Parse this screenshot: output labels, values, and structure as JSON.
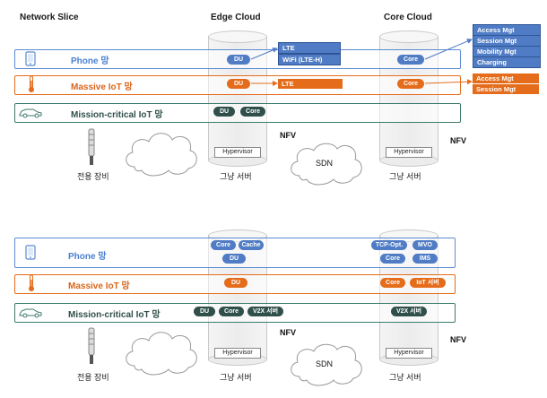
{
  "header": {
    "network_slice": "Network Slice",
    "edge_cloud": "Edge Cloud",
    "core_cloud": "Core Cloud"
  },
  "top": {
    "slices": {
      "phone": "Phone 망",
      "iot": "Massive IoT 망",
      "mc": "Mission-critical IoT 망"
    },
    "edge": {
      "phone_du": "DU",
      "iot_du": "DU",
      "mc_du": "DU",
      "mc_core": "Core",
      "hypervisor": "Hypervisor",
      "server": "그냥 서버"
    },
    "edge_ext": {
      "lte": "LTE",
      "wifi": "WiFi (LTE-H)",
      "iot_lte": "LTE"
    },
    "core": {
      "phone_core": "Core",
      "iot_core": "Core",
      "hypervisor": "Hypervisor",
      "server": "그냥 서버"
    },
    "core_ext_phone": [
      "Access Mgt",
      "Session Mgt",
      "Mobility Mgt",
      "Charging"
    ],
    "core_ext_iot": [
      "Access Mgt",
      "Session Mgt"
    ],
    "nfv_edge": "NFV",
    "nfv_core": "NFV",
    "sdn": "SDN",
    "device": "전용 장비"
  },
  "bottom": {
    "slices": {
      "phone": "Phone 망",
      "iot": "Massive IoT 망",
      "mc": "Mission-critical IoT 망"
    },
    "edge": {
      "phone_core": "Core",
      "phone_cache": "Cache",
      "phone_du": "DU",
      "iot_du": "DU",
      "mc_du": "DU",
      "mc_core": "Core",
      "mc_v2x": "V2X 서버",
      "hypervisor": "Hypervisor",
      "server": "그냥 서버"
    },
    "core": {
      "tcp": "TCP-Opt.",
      "mvo": "MVO",
      "core": "Core",
      "ims": "IMS",
      "iot_core": "Core",
      "iot_server": "IoT 서버",
      "mc_v2x": "V2X 서버",
      "hypervisor": "Hypervisor",
      "server": "그냥 서버"
    },
    "nfv_edge": "NFV",
    "nfv_core": "NFV",
    "sdn": "SDN",
    "device": "전용 장비"
  }
}
